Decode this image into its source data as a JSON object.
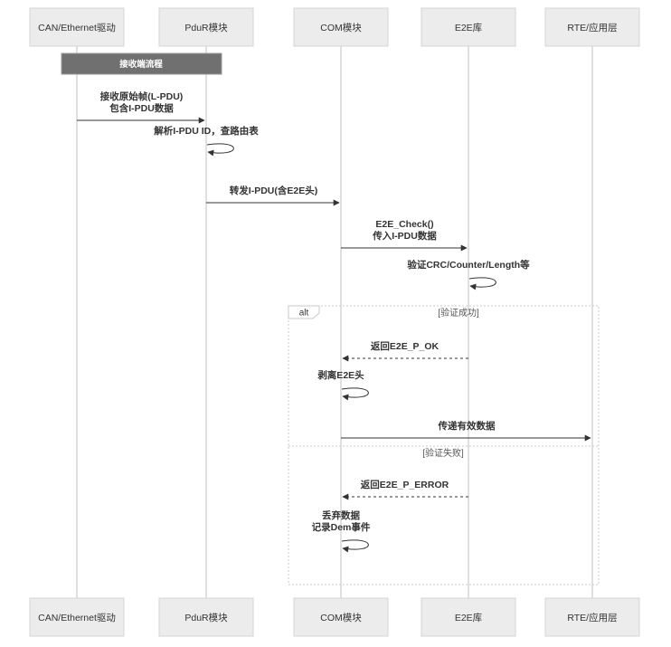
{
  "participants": [
    {
      "id": "can",
      "label": "CAN/Ethernet驱动"
    },
    {
      "id": "pdur",
      "label": "PduR模块"
    },
    {
      "id": "com",
      "label": "COM模块"
    },
    {
      "id": "e2e",
      "label": "E2E库"
    },
    {
      "id": "rte",
      "label": "RTE/应用层"
    }
  ],
  "note": {
    "text": "接收端流程"
  },
  "messages": [
    {
      "from": "can",
      "to": "pdur",
      "lines": [
        "接收原始帧(L-PDU)",
        "包含I-PDU数据"
      ],
      "style": "solid"
    },
    {
      "from": "pdur",
      "to": "pdur",
      "lines": [
        "解析I-PDU ID，查路由表"
      ],
      "style": "self"
    },
    {
      "from": "pdur",
      "to": "com",
      "lines": [
        "转发I-PDU(含E2E头)"
      ],
      "style": "solid"
    },
    {
      "from": "com",
      "to": "e2e",
      "lines": [
        "E2E_Check()",
        "传入I-PDU数据"
      ],
      "style": "solid"
    },
    {
      "from": "e2e",
      "to": "e2e",
      "lines": [
        "验证CRC/Counter/Length等"
      ],
      "style": "self"
    },
    {
      "from": "e2e",
      "to": "com",
      "lines": [
        "返回E2E_P_OK"
      ],
      "style": "dashed"
    },
    {
      "from": "com",
      "to": "com",
      "lines": [
        "剥离E2E头"
      ],
      "style": "self"
    },
    {
      "from": "com",
      "to": "rte",
      "lines": [
        "传递有效数据"
      ],
      "style": "solid"
    },
    {
      "from": "e2e",
      "to": "com",
      "lines": [
        "返回E2E_P_ERROR"
      ],
      "style": "dashed"
    },
    {
      "from": "com",
      "to": "com",
      "lines": [
        "丢弃数据",
        "记录Dem事件"
      ],
      "style": "self"
    }
  ],
  "frame": {
    "tag": "alt",
    "sections": [
      {
        "condition": "[验证成功]"
      },
      {
        "condition": "[验证失败]"
      }
    ]
  }
}
